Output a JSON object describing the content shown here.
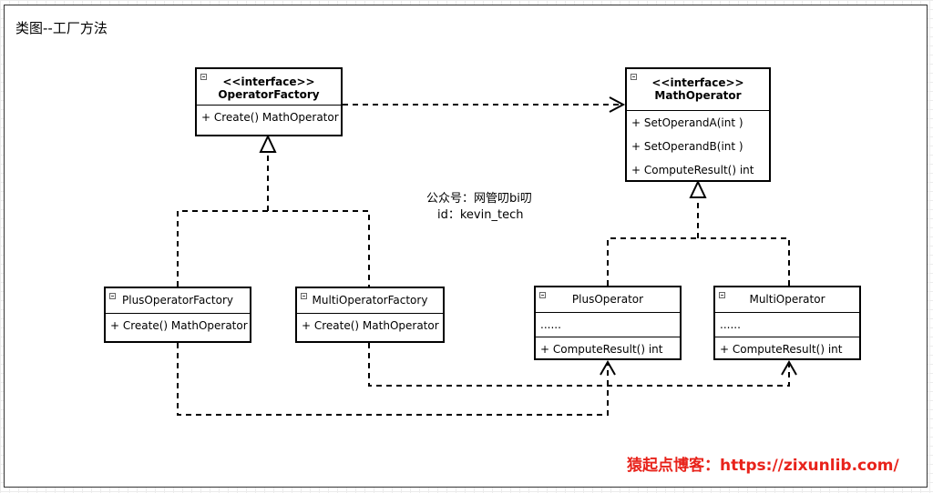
{
  "title": "类图--工厂方法",
  "classes": {
    "operator_factory": {
      "stereotype": "<<interface>>",
      "name": "OperatorFactory",
      "methods": [
        "+ Create() MathOperator"
      ]
    },
    "math_operator": {
      "stereotype": "<<interface>>",
      "name": "MathOperator",
      "methods": [
        "+ SetOperandA(int )",
        "+ SetOperandB(int )",
        "+ ComputeResult() int"
      ]
    },
    "plus_operator_factory": {
      "name": "PlusOperatorFactory",
      "methods": [
        "+ Create() MathOperator"
      ]
    },
    "multi_operator_factory": {
      "name": "MultiOperatorFactory",
      "methods": [
        "+ Create() MathOperator"
      ]
    },
    "plus_operator": {
      "name": "PlusOperator",
      "fields": [
        "......"
      ],
      "methods": [
        "+ ComputeResult() int"
      ]
    },
    "multi_operator": {
      "name": "MultiOperator",
      "fields": [
        "......"
      ],
      "methods": [
        "+ ComputeResult() int"
      ]
    }
  },
  "watermark": {
    "line1": "公众号：网管叨bi叨",
    "line2": "id：kevin_tech"
  },
  "site_label": "猿起点博客：https://zixunlib.com/"
}
